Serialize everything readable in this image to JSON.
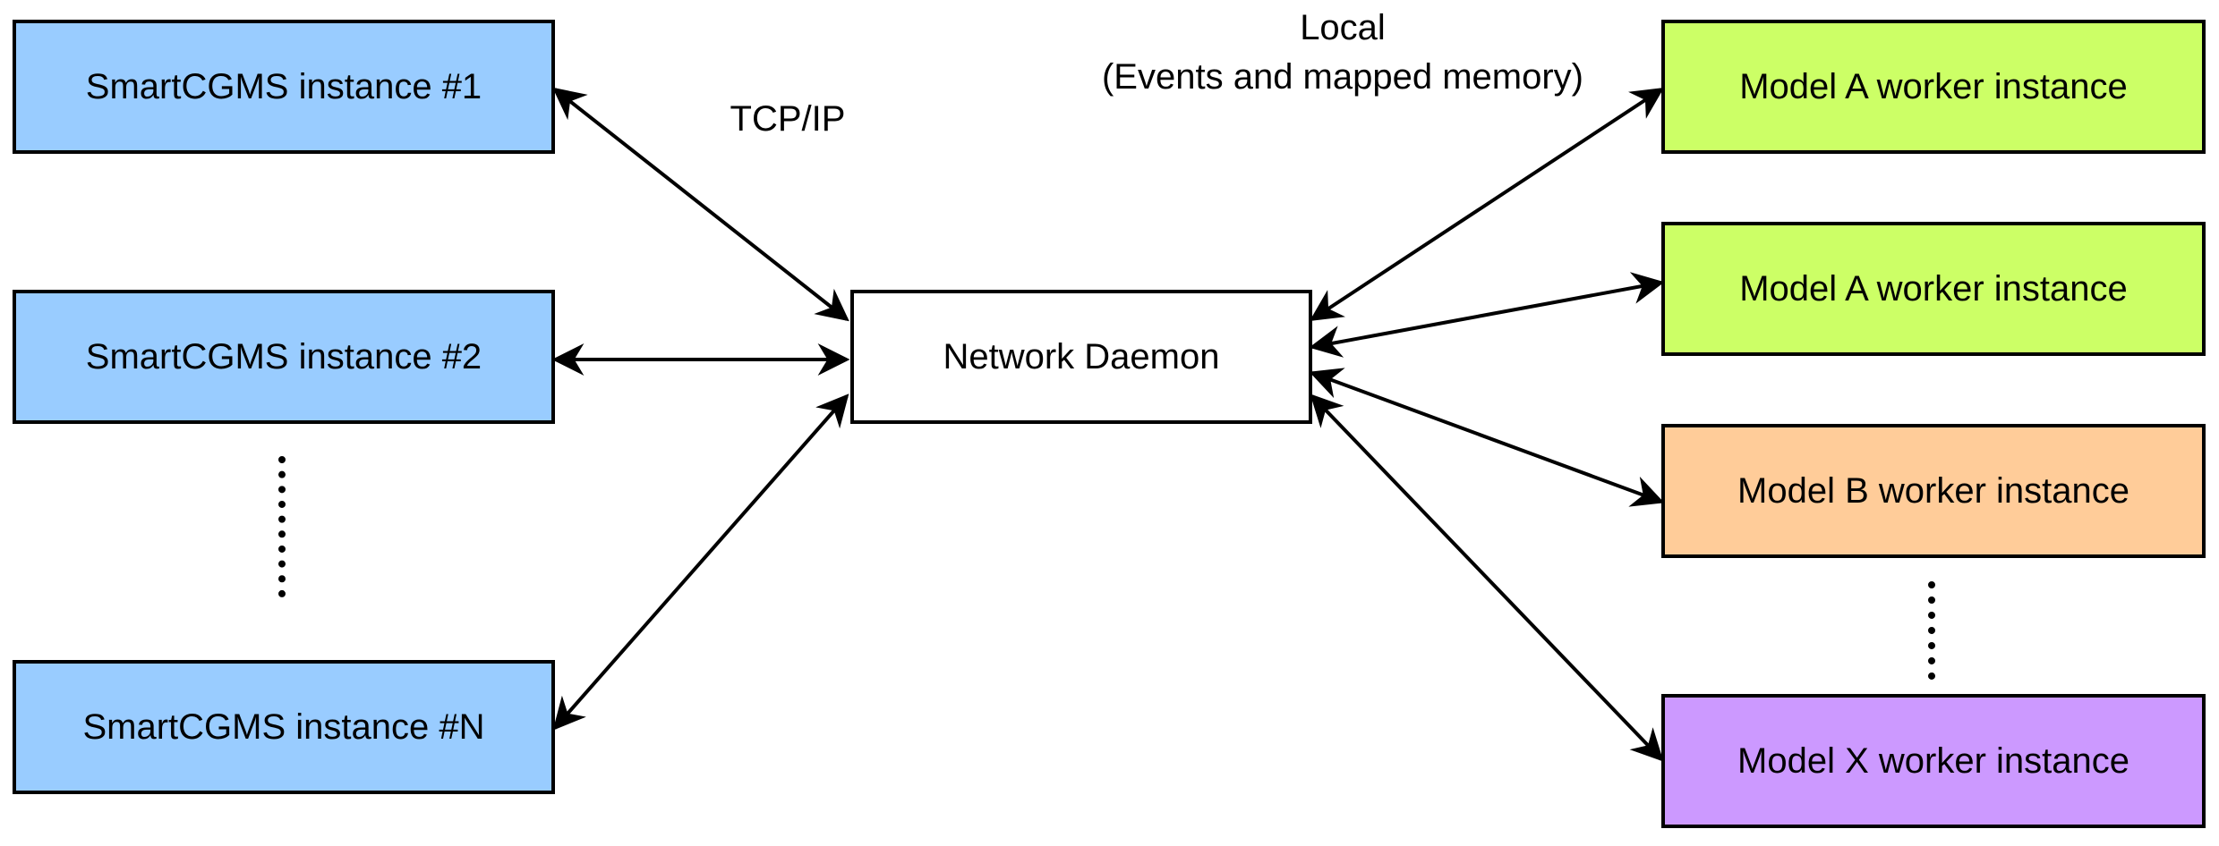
{
  "colors": {
    "smartcgms_fill": "#99ccff",
    "daemon_fill": "#ffffff",
    "model_a_fill": "#ccff66",
    "model_b_fill": "#ffcc99",
    "model_x_fill": "#cc99ff",
    "stroke": "#000000"
  },
  "left": {
    "instances": [
      "SmartCGMS instance #1",
      "SmartCGMS instance #2",
      "SmartCGMS instance #N"
    ],
    "link_label": "TCP/IP"
  },
  "center": {
    "daemon": "Network Daemon"
  },
  "right": {
    "link_label_line1": "Local",
    "link_label_line2": "(Events and mapped memory)",
    "workers": [
      "Model A worker instance",
      "Model A worker instance",
      "Model B worker instance",
      "Model X worker instance"
    ]
  }
}
